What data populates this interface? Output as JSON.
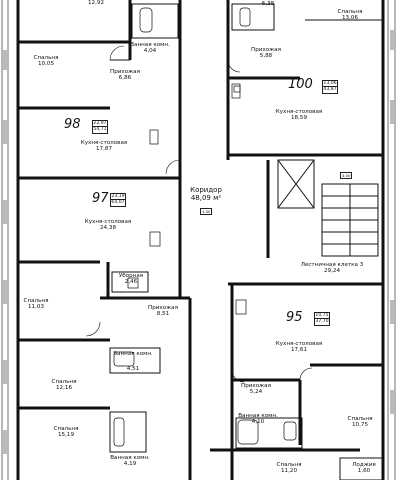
{
  "rooms": {
    "top_left_area": "12,92",
    "top_mid_area": "6,38",
    "top_right_name": "Спальня",
    "top_right_area": "13,06",
    "bath_top_name": "Ванная комн.",
    "bath_top_area": "4,04",
    "bed_l1_name": "Спальня",
    "bed_l1_area": "10,05",
    "hall_98_name": "Прихожая",
    "hall_98_area": "6,86",
    "hall_100_name": "Прихожая",
    "hall_100_area": "5,88",
    "kit_100_name": "Кухня-столовая",
    "kit_100_area": "18,59",
    "kit_98_name": "Кухня-столовая",
    "kit_98_area": "17,87",
    "kit_97_name": "Кухня-столовая",
    "kit_97_area": "24,38",
    "wc_97_name": "Уборная",
    "wc_97_area": "2,46",
    "stair_name": "Лестничная клетка 3",
    "stair_area": "29,24",
    "bed_l2_name": "Спальня",
    "bed_l2_area": "11,03",
    "hall_96_name": "Прихожая",
    "hall_96_area": "8,51",
    "kit_95_name": "Кухня-столовая",
    "kit_95_area": "17,61",
    "bath_96_name": "Ванная комн.",
    "bath_96_area": "4,51",
    "hall_95_name": "Прихожая",
    "hall_95_area": "5,24",
    "bed_l3_name": "Спальня",
    "bed_l3_area": "12,16",
    "bed_r2_name": "Спальня",
    "bed_r2_area": "10,75",
    "bath_95_name": "Ванная комн.",
    "bath_95_area": "4,10",
    "bed_l4_name": "Спальня",
    "bed_l4_area": "15,19",
    "bath_bl_name": "Ванная комн.",
    "bath_bl_area": "4,19",
    "bed_b_name": "Спальня",
    "bed_b_area": "11,20",
    "loggia_name": "Лоджия",
    "loggia_area": "1,60"
  },
  "corridor": {
    "name": "Коридор",
    "area": "48,09",
    "unit": "м²",
    "mark": "4.00"
  },
  "stair_mark": "4.00",
  "apartments": [
    {
      "id": "apt-100",
      "number": "100",
      "total": "13,06",
      "living": "43,87"
    },
    {
      "id": "apt-98",
      "number": "98",
      "total": "22,97",
      "living": "54,71"
    },
    {
      "id": "apt-97",
      "number": "97",
      "total": "23,19",
      "living": "64,07"
    },
    {
      "id": "apt-95",
      "number": "95",
      "total": "10,75",
      "living": "37,70"
    }
  ]
}
